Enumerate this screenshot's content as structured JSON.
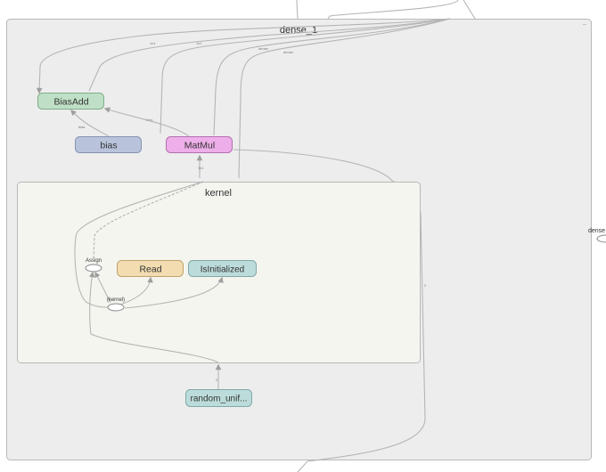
{
  "graph": {
    "outer_group": {
      "title": "dense_1"
    },
    "inner_group": {
      "title": "kernel"
    },
    "partial_node_right": {
      "label": "dense"
    },
    "nodes": {
      "bias_add": {
        "label": "BiasAdd",
        "color": "#bfe0c6"
      },
      "bias": {
        "label": "bias",
        "color": "#b9c4dc"
      },
      "matmul": {
        "label": "MatMul",
        "color": "#eeaee9"
      },
      "read": {
        "label": "Read",
        "color": "#f2dcb0"
      },
      "is_initialized": {
        "label": "IsInitialized",
        "color": "#bcdcdb"
      },
      "random_uniform": {
        "label": "random_unif...",
        "color": "#bcdcdb"
      },
      "assign": {
        "label": "Assign"
      },
      "kernel_var": {
        "label": "(kernel)"
      }
    },
    "colors": {
      "outer_group_fill": "#ededed",
      "inner_group_fill": "#f5f5f0",
      "edge": "#b5b5b5"
    }
  }
}
